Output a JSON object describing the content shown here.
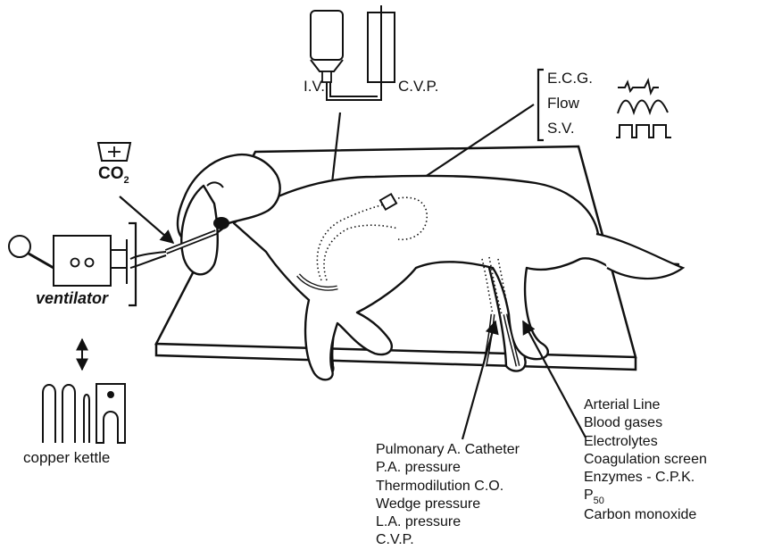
{
  "labels": {
    "iv": "I.V.",
    "cvp": "C.V.P.",
    "co2_main": "CO",
    "co2_sub": "2",
    "ventilator": "ventilator",
    "copper_kettle": "copper kettle"
  },
  "monitors": {
    "items": [
      "E.C.G.",
      "Flow",
      "S.V."
    ]
  },
  "pa_catheter": {
    "lines": [
      "Pulmonary A. Catheter",
      "P.A. pressure",
      "Thermodilution C.O.",
      "Wedge pressure",
      "L.A. pressure",
      "C.V.P."
    ]
  },
  "arterial_line": {
    "lines": [
      "Arterial Line",
      "Blood gases",
      "Electrolytes",
      "Coagulation screen",
      "Enzymes - C.P.K."
    ],
    "p50_main": "P",
    "p50_sub": "50",
    "last": "Carbon monoxide"
  }
}
